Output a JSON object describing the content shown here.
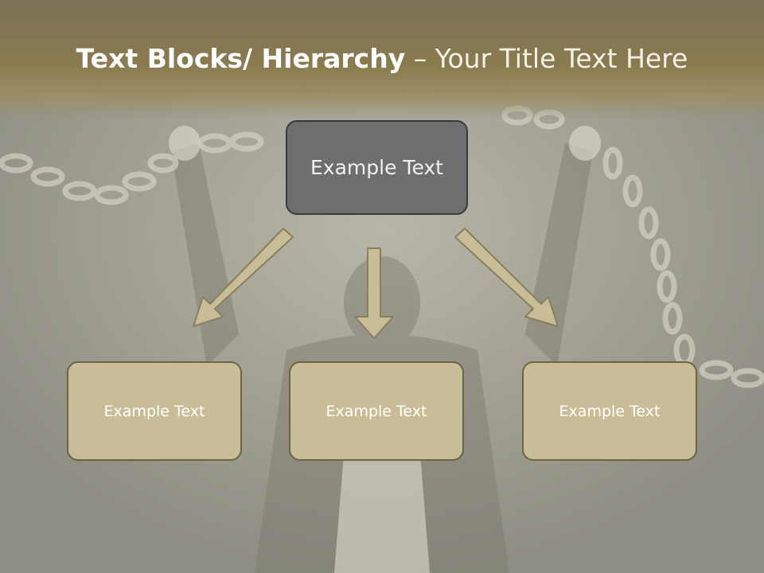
{
  "title": {
    "bold": "Text Blocks/ Hierarchy",
    "rest": " – Your Title Text Here"
  },
  "hierarchy": {
    "top": "Example Text",
    "children": [
      "Example Text",
      "Example Text",
      "Example Text"
    ]
  },
  "colors": {
    "header": "#8a7a4f",
    "top_box": "#6e6e70",
    "leaf_box": "#c9bd98",
    "arrow": "#c9bd98"
  }
}
